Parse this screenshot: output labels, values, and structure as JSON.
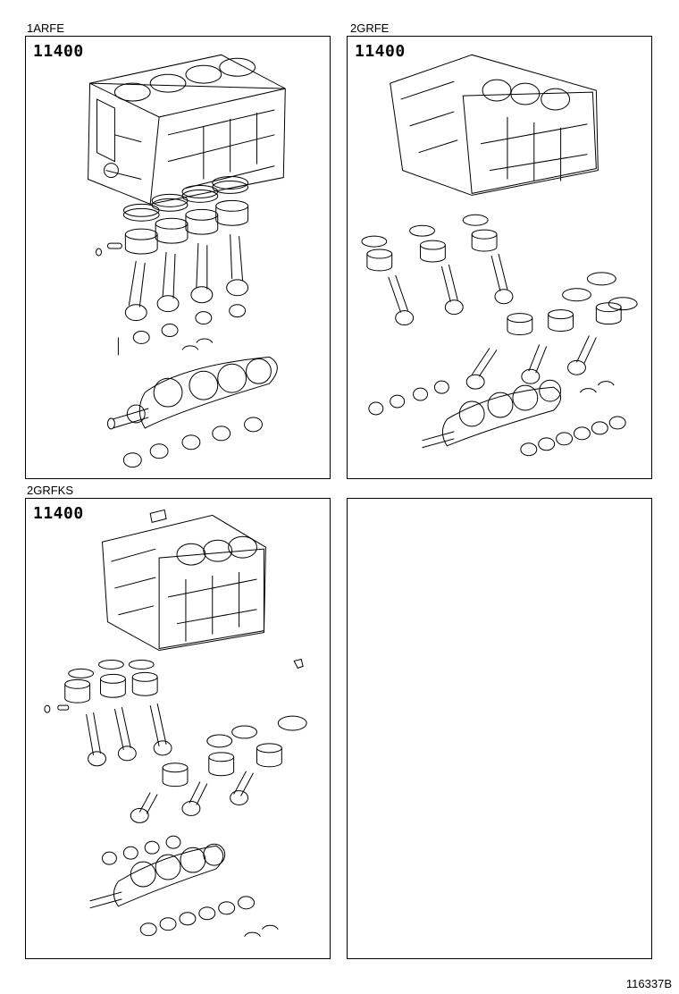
{
  "panels": [
    {
      "engine": "1ARFE",
      "part_number": "11400"
    },
    {
      "engine": "2GRFE",
      "part_number": "11400"
    },
    {
      "engine": "2GRFKS",
      "part_number": "11400"
    },
    {
      "engine": "",
      "part_number": ""
    }
  ],
  "drawing_number": "116337B"
}
